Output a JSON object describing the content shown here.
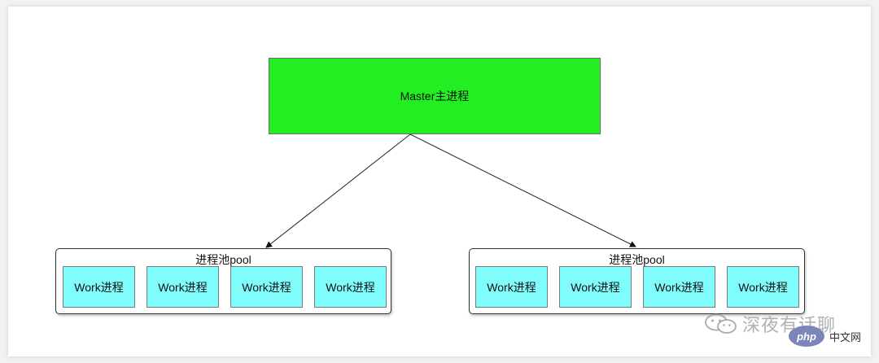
{
  "master": {
    "label": "Master主进程",
    "color": "#22ee22"
  },
  "pools": [
    {
      "label": "进程池pool",
      "workers": [
        "Work进程",
        "Work进程",
        "Work进程",
        "Work进程"
      ]
    },
    {
      "label": "进程池pool",
      "workers": [
        "Work进程",
        "Work进程",
        "Work进程",
        "Work进程"
      ]
    }
  ],
  "worker_color": "#7ffcfc",
  "watermark": {
    "text": "深夜有话聊",
    "icon": "wechat-icon"
  },
  "badge": {
    "logo_text": "php",
    "site_text": "中文网"
  }
}
